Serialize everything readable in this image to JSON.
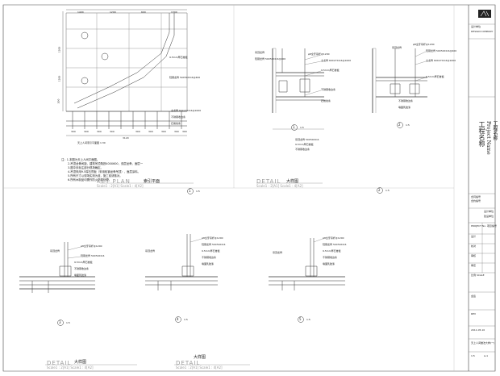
{
  "title_block": {
    "company_block": [
      "设计单位",
      "DESIGN COMPANY"
    ],
    "project_name_cn": "工程名称",
    "project_name_en": "Project Name",
    "project_name_sub": "工程名称",
    "fields": [
      "合同编号",
      "合约编号",
      "设计单位",
      "建设单位",
      "PROJECT No. 项目编号",
      "比例 SCALE"
    ],
    "sign_rows": [
      "设计",
      "校对",
      "审核",
      "审定",
      "会签"
    ],
    "drawing_title": "天上人间做法大样(一)",
    "scale": "1:5",
    "sheet_no": "A-1",
    "date": "2011.05.10",
    "revision": "REV"
  },
  "panels": [
    {
      "id": "1",
      "en_label": "DETAIL",
      "cn_label": "大样图",
      "scale_text": "Scale1 : 2[A1] Scale1 : 4[A2]"
    },
    {
      "id": "key-plan",
      "en_label": "KEY  PLAN",
      "cn_label": "索引平面",
      "scale_text": "Scale1 : 2[A1] Scale1 : 4[A2]",
      "caption": "天上人间索引平面图  1:30"
    },
    {
      "id": "detail-2",
      "en_label": "DETAIL",
      "cn_label": "大样图",
      "scale_text": "Scale1 : 2[A1] Scale1 : 4[A2]"
    },
    {
      "id": "detail-3",
      "en_label": "DETAIL",
      "cn_label": "大样图",
      "scale_text": "Scale1 : 2[A1] Scale1 : 4[A2]"
    }
  ],
  "callouts": [
    {
      "num": "1",
      "scale": "1:5"
    },
    {
      "num": "2",
      "scale": "1:5"
    },
    {
      "num": "3",
      "scale": "1:5"
    },
    {
      "num": "4",
      "scale": "1:5"
    },
    {
      "num": "5",
      "scale": "1:5"
    },
    {
      "num": "2",
      "scale": "1:5"
    },
    {
      "num": "1",
      "scale": "1:5"
    }
  ],
  "notes": [
    "注：1.本图为天上人间平面图。",
    "2.吊顶龙骨间距，建筑吊顶角铁400X600，双层龙骨，面层一",
    "3.图中未标注部分现场确定。",
    "4.吊顶采用9.5厚石膏板（采用轻钢龙骨吊顶），面层涂料。",
    "5.所有尺寸以现场实测为准，施工前请核对。",
    "6.所有木制品均需作防火防腐处理。"
  ],
  "detail_labels": {
    "d1": [
      "φ8全牙吊杆@1200",
      "吊顶龙骨",
      "轻钢龙骨 50X50X0.6@400",
      "主龙骨 60X27X0.6@1000",
      "9.5mm厚石膏板",
      "不锈钢收边条",
      "石膏线条"
    ],
    "d2": [
      "φ8全牙吊杆@1200",
      "吊顶龙骨",
      "轻钢龙骨 50X50X0.6@400",
      "主龙骨 60X27X0.6@1000",
      "9.5mm厚石膏板",
      "不锈钢收边条",
      "墙面乳胶漆"
    ],
    "d3": [
      "φ8全牙吊杆@1200",
      "吊顶龙骨",
      "轻钢龙骨 50X50X0.6",
      "9.5mm厚石膏板",
      "不锈钢收边条",
      "墙面乳胶漆"
    ],
    "d4": [
      "φ8全牙吊杆@1200",
      "吊顶龙骨",
      "轻钢龙骨 50X50X0.6",
      "9.5mm厚石膏板",
      "不锈钢收边条",
      "墙面乳胶漆"
    ],
    "d5": [
      "φ8全牙吊杆@1200",
      "吊顶龙骨",
      "轻钢龙骨 50X50X0.6",
      "9.5mm厚石膏板",
      "不锈钢收边条",
      "墙面乳胶漆"
    ]
  },
  "legend": [
    "吊顶龙骨 50X50X0.6",
    "9.5mm厚石膏板",
    "不锈钢收边条"
  ],
  "plan_dims": {
    "top": [
      "1400",
      "1200",
      "600",
      "1300"
    ],
    "bottom": [
      "300",
      "300",
      "300",
      "300",
      "300",
      "300",
      "300",
      "300",
      "300"
    ],
    "total": "3120",
    "left": [
      "1200",
      "1200",
      "200"
    ]
  }
}
